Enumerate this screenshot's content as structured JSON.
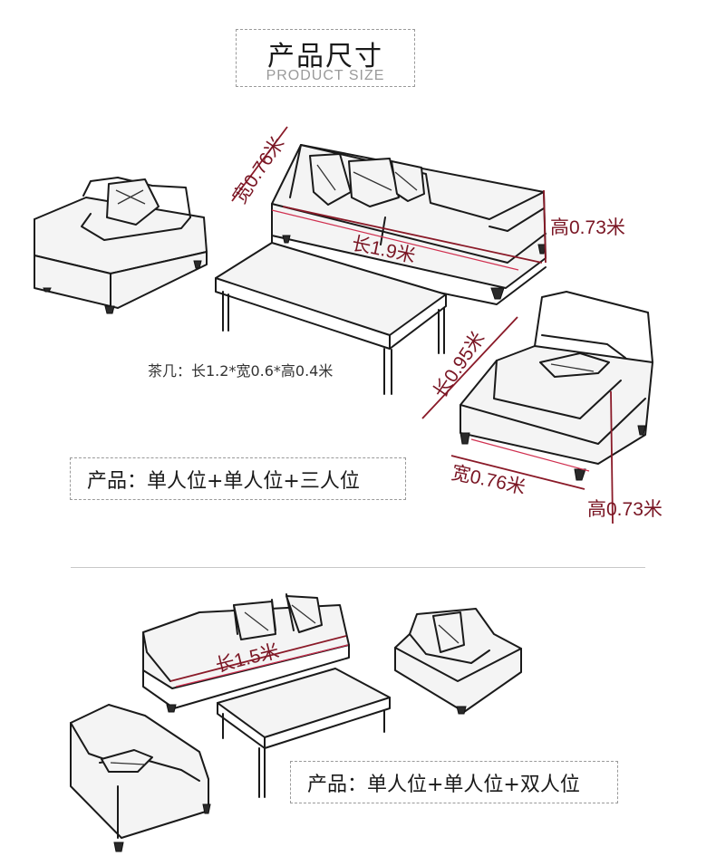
{
  "header": {
    "title_cn": "产品尺寸",
    "title_en": "PRODUCT SIZE"
  },
  "set1": {
    "three_seat": {
      "depth_label": "宽0.76米",
      "length_label": "长1.9米",
      "height_label": "高0.73米"
    },
    "coffee_table_note": "茶几：长1.2*宽0.6*高0.4米",
    "chair": {
      "length_label": "长0.95米",
      "width_label": "宽0.76米",
      "height_label": "高0.73米"
    },
    "product_label": "产品：单人位+单人位+三人位"
  },
  "set2": {
    "two_seat": {
      "length_label": "长1.5米"
    },
    "product_label": "产品：单人位+单人位+双人位"
  },
  "colors": {
    "dimension_text": "#7a1624",
    "measure_line": "#8a1a28",
    "accent_line": "#d03050"
  }
}
